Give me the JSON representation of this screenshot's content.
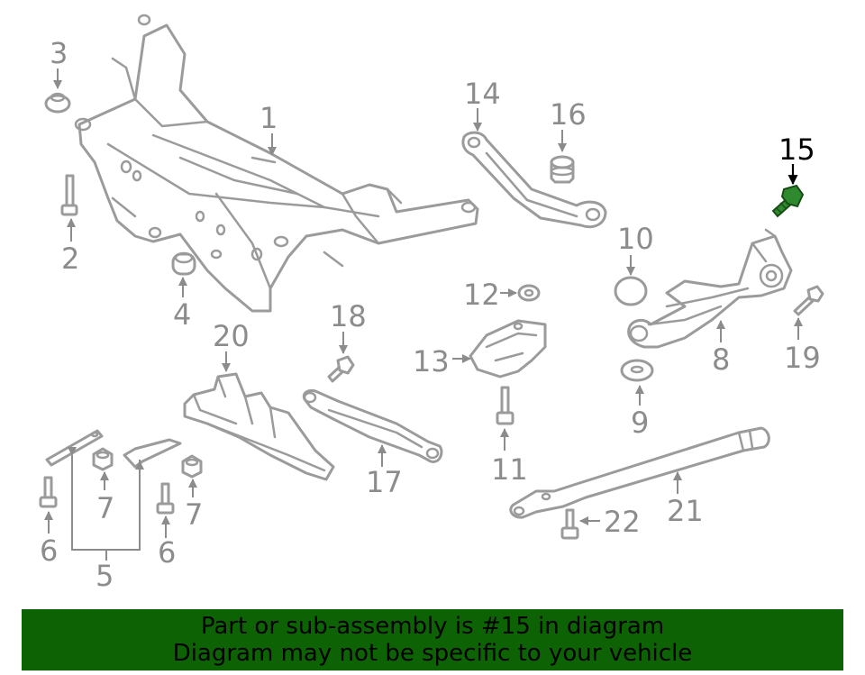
{
  "callouts": {
    "c1": "1",
    "c2": "2",
    "c3": "3",
    "c4": "4",
    "c5": "5",
    "c6a": "6",
    "c6b": "6",
    "c7a": "7",
    "c7b": "7",
    "c8": "8",
    "c9": "9",
    "c10": "10",
    "c11": "11",
    "c12": "12",
    "c13": "13",
    "c14": "14",
    "c15": "15",
    "c16": "16",
    "c17": "17",
    "c18": "18",
    "c19": "19",
    "c20": "20",
    "c21": "21",
    "c22": "22"
  },
  "highlight": {
    "part": "15",
    "color": "#2f8a2f"
  },
  "banner": {
    "line1": "Part or sub-assembly is #15 in diagram",
    "line2": "Diagram may not be specific to your vehicle",
    "background": "#0d6304"
  }
}
